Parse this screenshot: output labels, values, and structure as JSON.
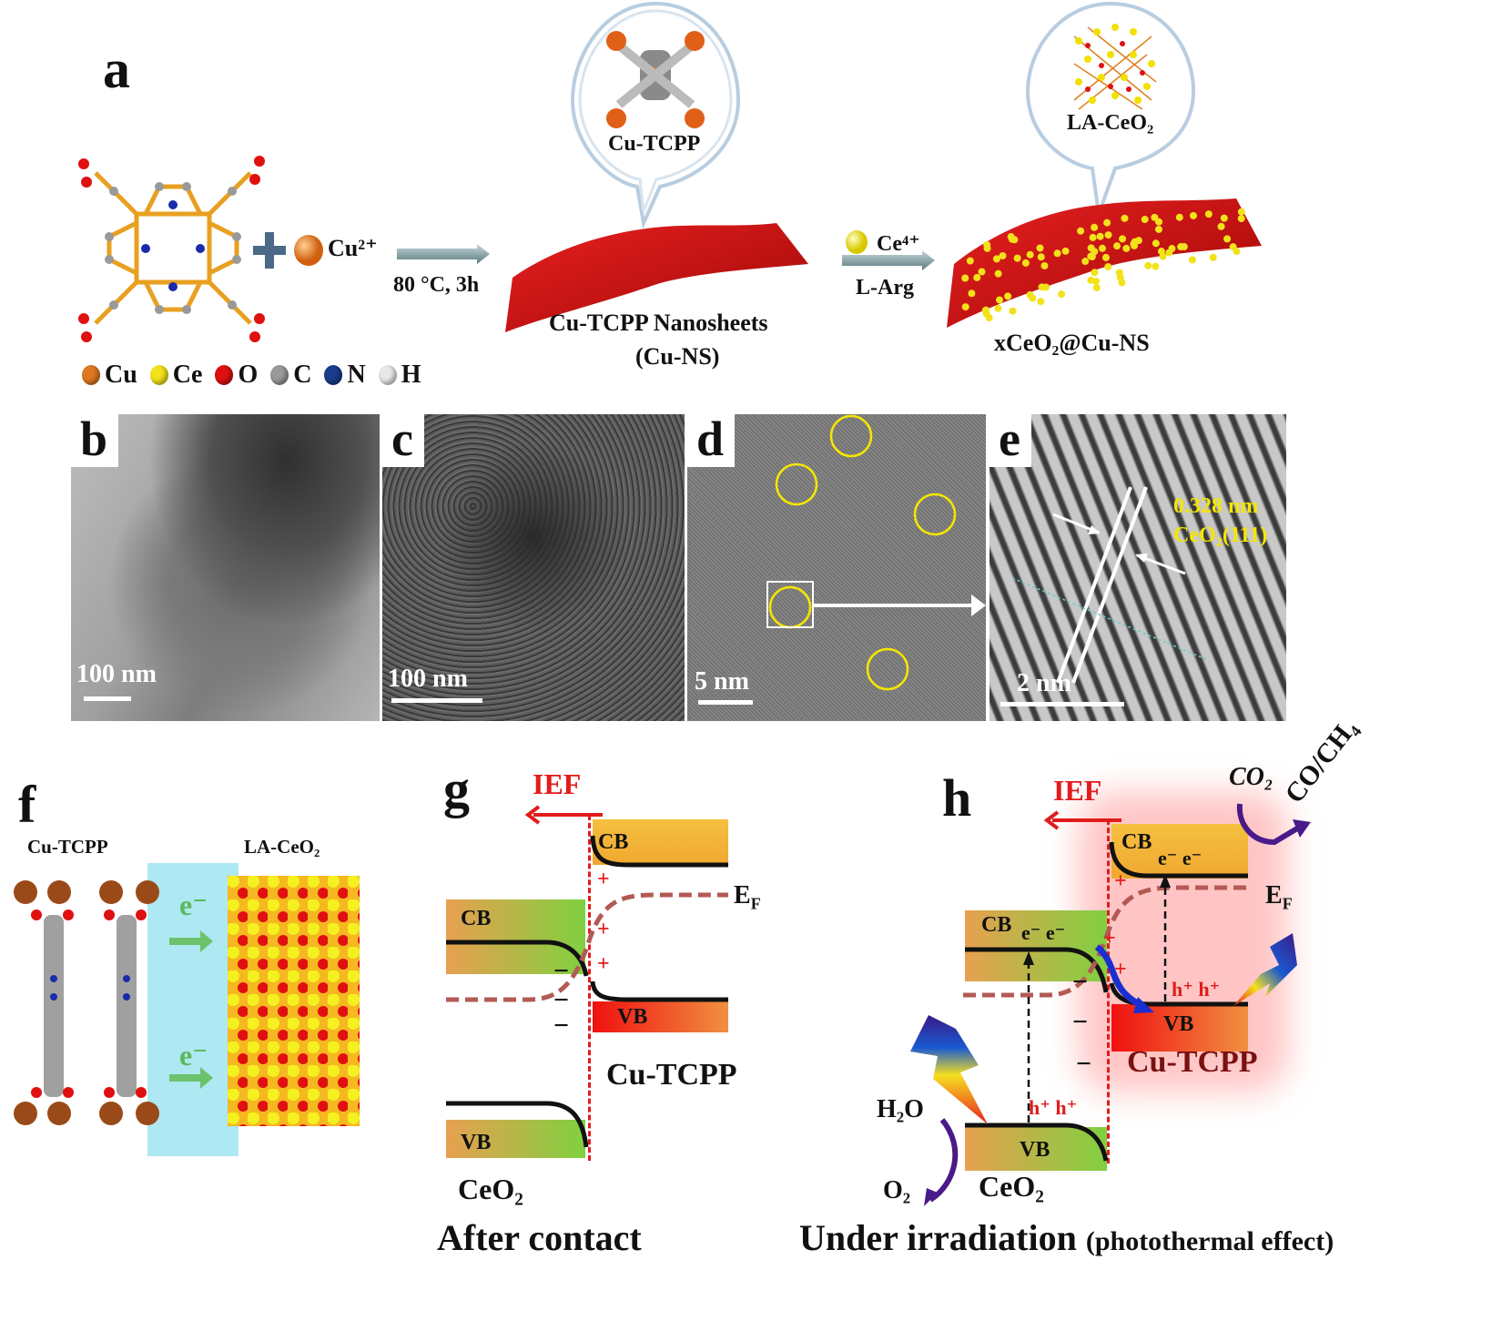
{
  "panel_a": {
    "label": "a",
    "reagent": "Cu²⁺",
    "condition": "80 °C, 3h",
    "bubble1": "Cu-TCPP",
    "product1_line1": "Cu-TCPP Nanosheets",
    "product1_line2": "(Cu-NS)",
    "reagent2": "Ce⁴⁺",
    "condition2": "L-Arg",
    "bubble2": "LA-CeO₂",
    "product2": "xCeO₂@Cu-NS",
    "legend": [
      {
        "label": "Cu",
        "color": "#e07820"
      },
      {
        "label": "Ce",
        "color": "#f2e21a"
      },
      {
        "label": "O",
        "color": "#e01010"
      },
      {
        "label": "C",
        "color": "#9a9a9a"
      },
      {
        "label": "N",
        "color": "#1a3c8c"
      },
      {
        "label": "H",
        "color": "#e8e8e8"
      }
    ]
  },
  "panel_b": {
    "label": "b",
    "scale": "100 nm"
  },
  "panel_c": {
    "label": "c",
    "scale": "100 nm"
  },
  "panel_d": {
    "label": "d",
    "scale": "5 nm"
  },
  "panel_e": {
    "label": "e",
    "scale": "2 nm",
    "spacing": "0.328 nm",
    "plane": "CeO₂(111)"
  },
  "panel_f": {
    "label": "f",
    "left": "Cu-TCPP",
    "right": "LA-CeO₂",
    "electron1": "e⁻",
    "electron2": "e⁻"
  },
  "panel_g": {
    "label": "g",
    "ief": "IEF",
    "cb_cu": "CB",
    "vb_cu": "VB",
    "cb_ce": "CB",
    "vb_ce": "VB",
    "ef": "E",
    "ef_sub": "F",
    "cu_name": "Cu-TCPP",
    "ce_name": "CeO₂",
    "caption": "After contact",
    "plus": "+",
    "minus": "−"
  },
  "panel_h": {
    "label": "h",
    "ief": "IEF",
    "cb_cu": "CB",
    "vb_cu": "VB",
    "cb_ce": "CB",
    "vb_ce": "VB",
    "electrons": "e⁻ e⁻",
    "holes": "h⁺ h⁺",
    "ef": "E",
    "ef_sub": "F",
    "cu_name": "Cu-TCPP",
    "ce_name": "CeO₂",
    "co2": "CO₂",
    "product": "CO/CH₄",
    "h2o": "H₂O",
    "o2": "O₂",
    "caption": "Under irradiation",
    "caption_sub": "(photothermal effect)",
    "plus": "+",
    "minus": "−"
  },
  "colors": {
    "red": "#e21b1b",
    "yellow_text": "#f5e600",
    "sheet": "#d41010"
  }
}
